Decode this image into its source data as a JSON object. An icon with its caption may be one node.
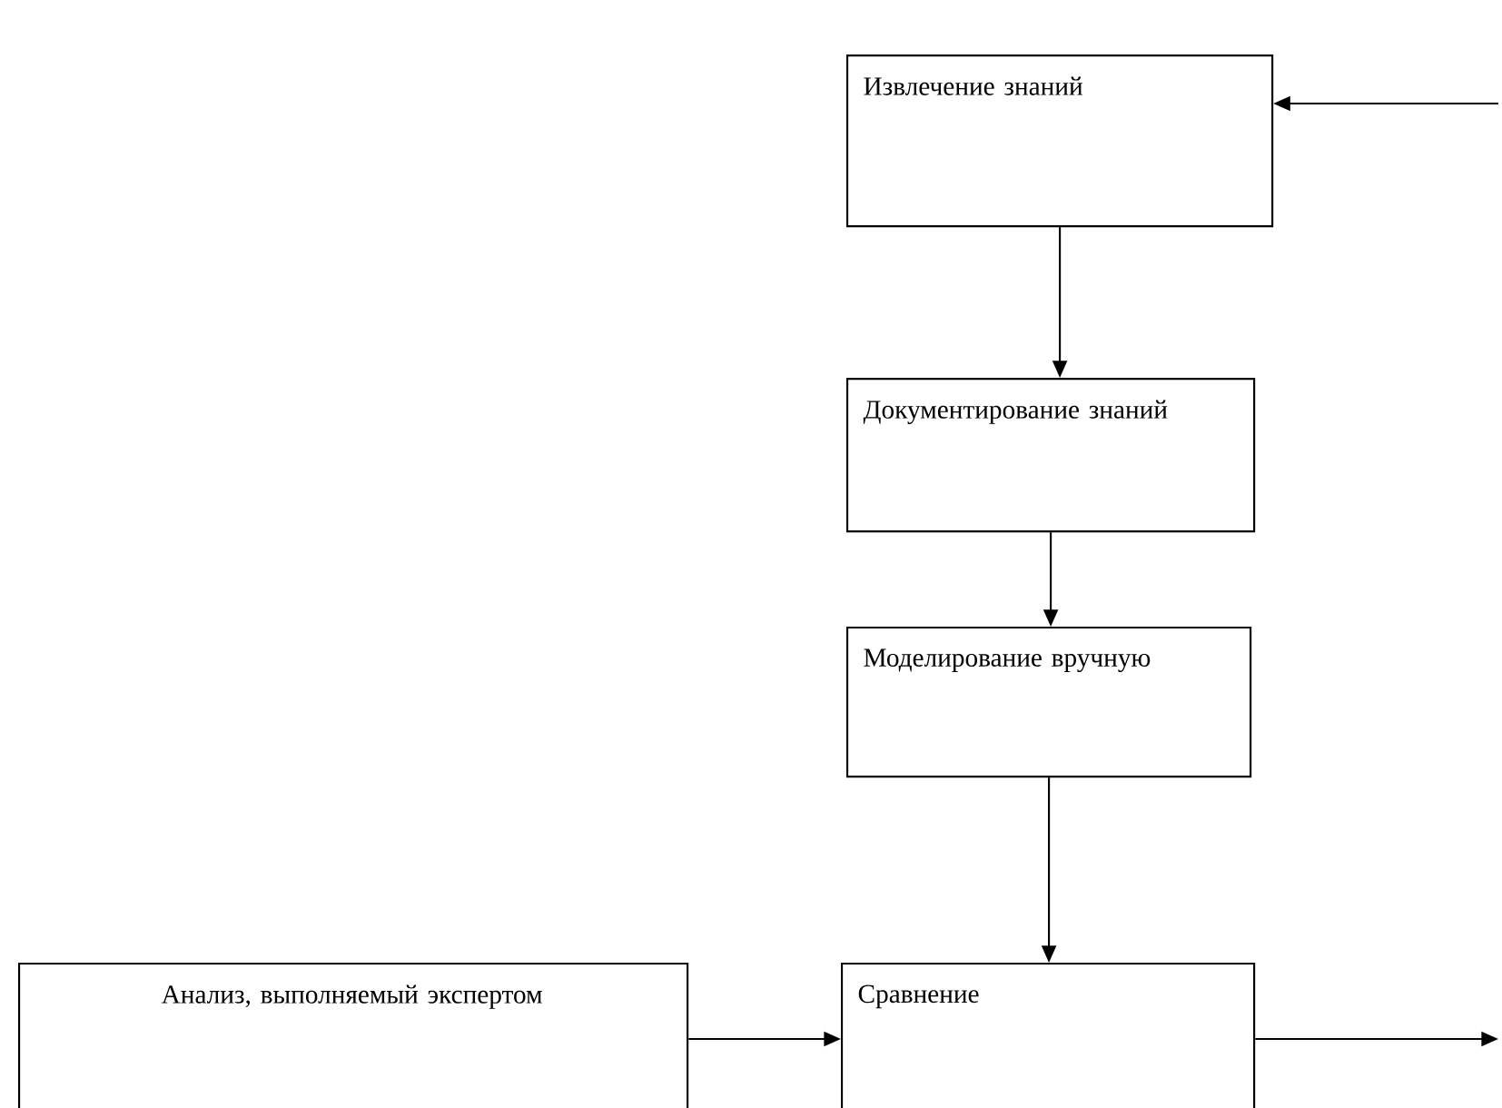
{
  "diagram": {
    "nodes": [
      {
        "text": [
          "Извлечение знаний"
        ]
      },
      {
        "text": [
          "Документирование знаний"
        ]
      },
      {
        "text": [
          "Моделирование вручную"
        ]
      },
      {
        "text": [
          "Анализ, выполняемый экспертом"
        ]
      },
      {
        "text": [
          "Сравнение"
        ]
      }
    ],
    "edges": [
      {
        "from": null,
        "to": 0,
        "arrow": "to"
      },
      {
        "from": 0,
        "to": 1,
        "arrow": "to"
      },
      {
        "from": 1,
        "to": 2,
        "arrow": "to"
      },
      {
        "from": 2,
        "to": 4,
        "arrow": "to"
      },
      {
        "from": 3,
        "to": 4,
        "arrow": "to"
      },
      {
        "from": 4,
        "to": null,
        "arrow": "to"
      }
    ]
  }
}
